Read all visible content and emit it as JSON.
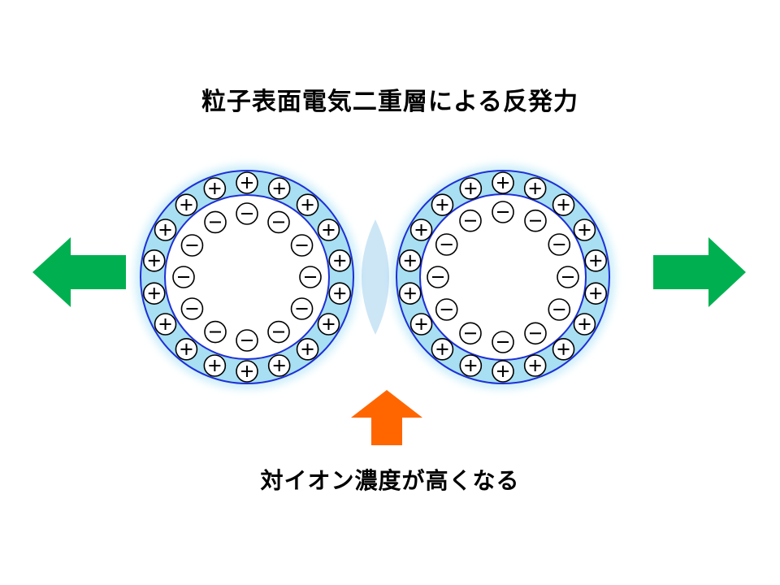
{
  "title": "粒子表面電気二重層による反発力",
  "bottom_caption": "対イオン濃度が高くなる",
  "colors": {
    "layer_fill": "#a8dff2",
    "layer_glow": "#cdeef9",
    "ring_stroke": "#1f2fd6",
    "core_fill": "#ffffff",
    "repulsion_arrow": "#00b050",
    "concentration_arrow": "#ff6600",
    "charge_stroke": "#000000"
  },
  "charges": {
    "positive_symbol": "+",
    "negative_symbol": "−"
  },
  "particles": [
    {
      "name": "left-particle",
      "positive_count": 18,
      "negative_count": 12
    },
    {
      "name": "right-particle",
      "positive_count": 18,
      "negative_count": 12
    }
  ],
  "arrows": [
    {
      "name": "left-repulsion-arrow",
      "icon": "arrow-left-icon",
      "direction": "left"
    },
    {
      "name": "right-repulsion-arrow",
      "icon": "arrow-right-icon",
      "direction": "right"
    },
    {
      "name": "concentration-arrow",
      "icon": "arrow-up-icon",
      "direction": "up"
    }
  ]
}
